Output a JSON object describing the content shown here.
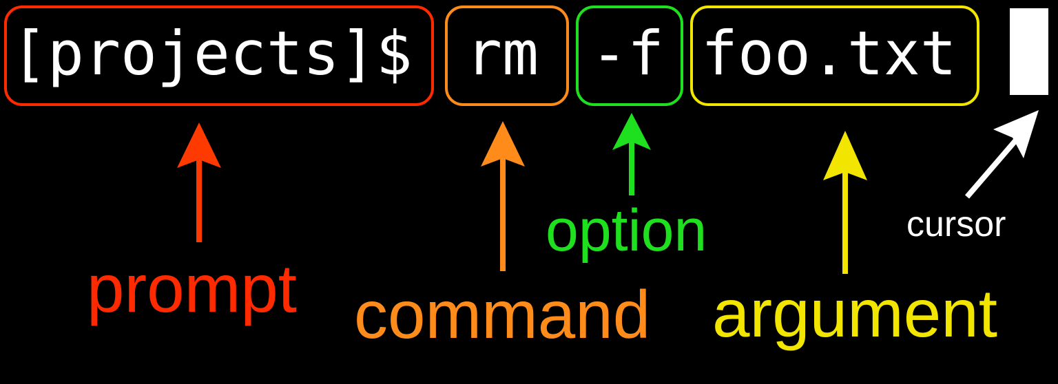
{
  "terminal": {
    "prompt": "[projects]$",
    "command": "rm",
    "option": "-f",
    "argument": "foo.txt",
    "cursor_icon": "block-cursor"
  },
  "labels": {
    "prompt": "prompt",
    "command": "command",
    "option": "option",
    "argument": "argument",
    "cursor": "cursor"
  },
  "colors": {
    "background": "#000000",
    "prompt": "#ff2a00",
    "command": "#ff8c1a",
    "option": "#1fe01f",
    "argument": "#f2e600",
    "cursor": "#ffffff"
  }
}
